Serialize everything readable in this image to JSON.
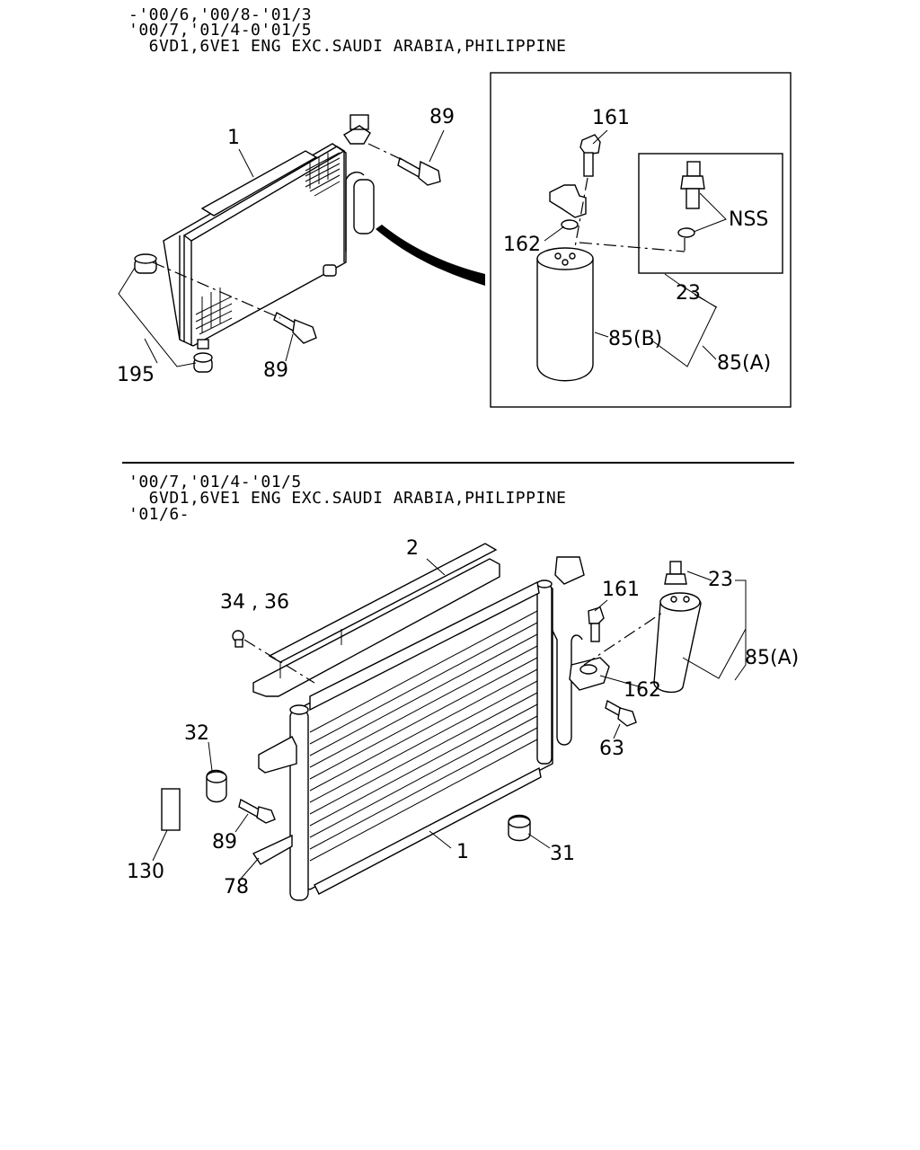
{
  "top_section": {
    "header_lines": [
      "-'00/6,'00/8-'01/3",
      "'00/7,'01/4-0'01/5",
      "  6VD1,6VE1 ENG EXC.SAUDI ARABIA,PHILIPPINE"
    ],
    "callouts": {
      "condenser": "1",
      "bolt_upper": "89",
      "bolt_lower": "89",
      "mount_rubber": "195",
      "bolt_161": "161",
      "oring_162": "162",
      "nss": "NSS",
      "switch_23": "23",
      "receiver_85b": "85(B)",
      "receiver_85a": "85(A)"
    }
  },
  "bottom_section": {
    "header_lines": [
      "'00/7,'01/4-'01/5",
      "  6VD1,6VE1 ENG EXC.SAUDI ARABIA,PHILIPPINE",
      "'01/6-"
    ],
    "callouts": {
      "seal_2": "2",
      "clip_34_36": "34 , 36",
      "bolt_161": "161",
      "switch_23": "23",
      "receiver_85a": "85(A)",
      "oring_162": "162",
      "bolt_63": "63",
      "rubber_32": "32",
      "bolt_89": "89",
      "pad_130": "130",
      "bracket_78": "78",
      "condenser_1": "1",
      "cap_31": "31"
    }
  }
}
